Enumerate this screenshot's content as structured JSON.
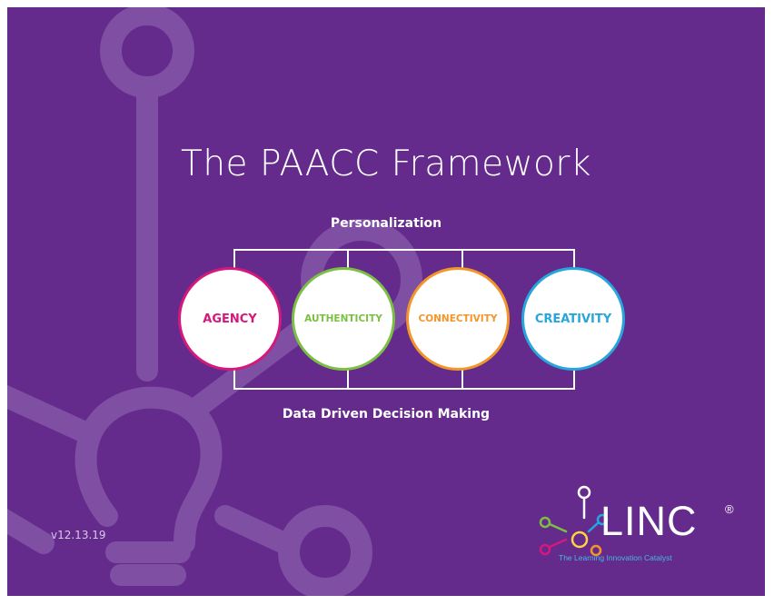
{
  "slide": {
    "title": "The PAACC Framework",
    "top_label": "Personalization",
    "bottom_label": "Data Driven Decision Making",
    "pillars": [
      {
        "label": "AGENCY",
        "color": "#d4187c"
      },
      {
        "label": "AUTHENTICITY",
        "color": "#7bbf43"
      },
      {
        "label": "CONNECTIVITY",
        "color": "#f3962a"
      },
      {
        "label": "CREATIVITY",
        "color": "#26a6dd"
      }
    ],
    "version": "v12.13.19",
    "background_color": "#652b8c"
  },
  "logo": {
    "name": "LINC",
    "registered": "®",
    "tagline": "The Learning Innovation Catalyst"
  }
}
